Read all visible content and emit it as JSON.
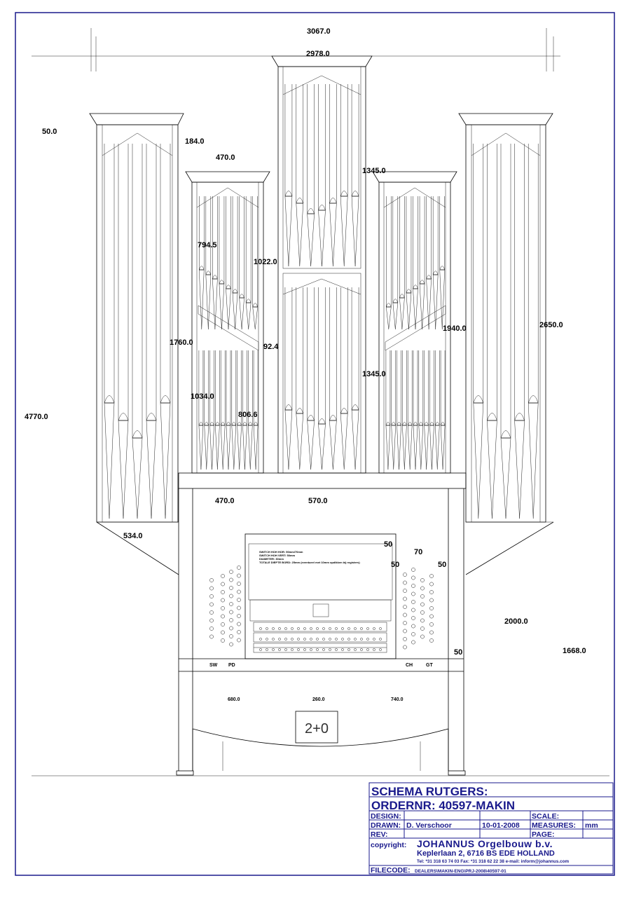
{
  "drawing": {
    "dimensions": {
      "total_width": "3067.0",
      "inner_width": "2978.0",
      "cap_height": "50.0",
      "offset_184": "184.0",
      "flat_width_top": "470.0",
      "center_upper": "1345.0",
      "flat_upper": "794.5",
      "center_gap": "1022.0",
      "right_flat": "1940.0",
      "tower_height": "2650.0",
      "flat_total": "1760.0",
      "slope": "92.4",
      "center_lower": "1345.0",
      "flat_lower": "1034.0",
      "center_lower_pipes": "806.6",
      "overall_height": "4770.0",
      "flat_width_bottom": "470.0",
      "center_width": "570.0",
      "tower_width": "534.0",
      "case_height": "2000.0",
      "console_height": "1668.0",
      "console_50_right": "50",
      "console_top_50": "50",
      "stop_spacing": "70",
      "stop_left_50": "50",
      "stop_right_50": "50",
      "left_console_width": "680.0",
      "center_console_width": "260.0",
      "right_console_width": "740.0"
    },
    "console_notes": [
      "SWITCH HOH HOR:   50mm/70mm",
      "SWITCH HOH VERT:  50mm",
      "DIAMETER:         30mm",
      "TOTALE DIEPTE BORD:  25mm (eventueel met 10mm opdikken bij registers)"
    ],
    "stop_labels": {
      "sw": "SW",
      "pd": "PD",
      "ch": "CH",
      "gt": "GT"
    },
    "badge": "2+0"
  },
  "title_block": {
    "title": "SCHEMA RUTGERS:",
    "order": "ORDERNR: 40597-MAKIN",
    "design_label": "DESIGN:",
    "scale_label": "SCALE:",
    "drawn_label": "DRAWN:",
    "drawn_by": "D. Verschoor",
    "date": "10-01-2008",
    "measures_label": "MEASURES:",
    "measures_value": "mm",
    "rev_label": "REV:",
    "page_label": "PAGE:",
    "copyright_label": "copyright:",
    "company": "JOHANNUS Orgelbouw b.v.",
    "address": "Keplerlaan 2,  6716 BS  EDE  HOLLAND",
    "contact": "Tel: *31 318 63 74 03   Fax: *31 318 62 22 38   e-mail: inform@johannus.com",
    "filecode_label": "FILECODE:",
    "filecode": "DEALERS\\MAKIN-ENG\\PRJ-2008\\40597-01"
  }
}
